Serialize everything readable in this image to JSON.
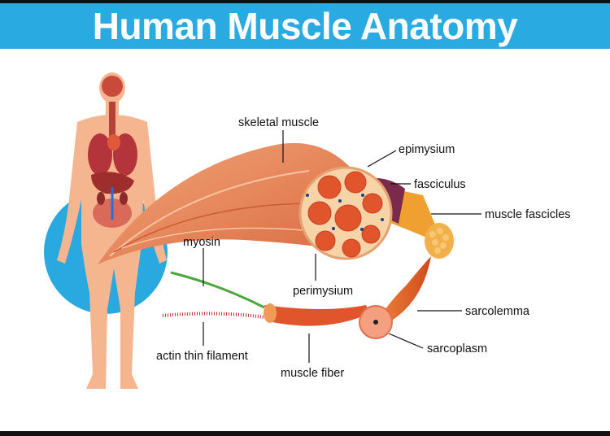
{
  "title": "Human Muscle Anatomy",
  "labels": {
    "skeletal_muscle": "skeletal muscle",
    "epimysium": "epimysium",
    "fasciculus": "fasciculus",
    "muscle_fascicles": "muscle fascicles",
    "perimysium": "perimysium",
    "myosin": "myosin",
    "sarcolemma": "sarcolemma",
    "actin_thin_filament": "actin thin filament",
    "sarcoplasm": "sarcoplasm",
    "muscle_fiber": "muscle fiber"
  },
  "colors": {
    "banner": "#29abe2",
    "muscle": "#e8875a",
    "fascicle_interior": "#e0552b",
    "skin": "#f5b58f"
  }
}
